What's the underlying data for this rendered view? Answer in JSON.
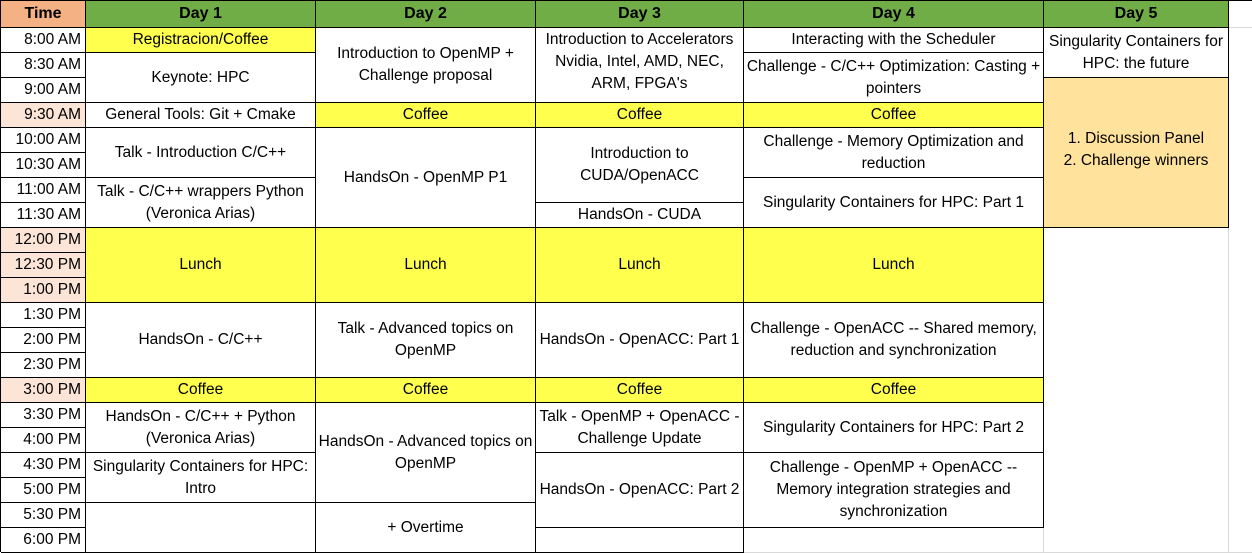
{
  "header": {
    "time": "Time",
    "days": [
      "Day 1",
      "Day 2",
      "Day 3",
      "Day 4",
      "Day 5"
    ]
  },
  "times": [
    "8:00 AM",
    "8:30 AM",
    "9:00 AM",
    "9:30 AM",
    "10:00 AM",
    "10:30 AM",
    "11:00 AM",
    "11:30 AM",
    "12:00 PM",
    "12:30 PM",
    "1:00 PM",
    "1:30 PM",
    "2:00 PM",
    "2:30 PM",
    "3:00 PM",
    "3:30 PM",
    "4:00 PM",
    "4:30 PM",
    "5:00 PM",
    "5:30 PM",
    "6:00 PM"
  ],
  "day1": {
    "registration": "Registracion/Coffee",
    "keynote": "Keynote: HPC",
    "tools": "General Tools: Git + Cmake",
    "talk_intro": "Talk - Introduction C/C++",
    "talk_wrappers": "Talk - C/C++ wrappers Python (Veronica Arias)",
    "lunch": "Lunch",
    "handson_cpp": "HandsOn - C/C++",
    "coffee_pm": "Coffee",
    "handson_python": "HandsOn - C/C++ + Python (Veronica Arias)",
    "singularity_intro": "Singularity Containers for HPC: Intro"
  },
  "day2": {
    "intro_openmp": "Introduction to OpenMP + Challenge proposal",
    "coffee_am": "Coffee",
    "handson_openmp": "HandsOn - OpenMP P1",
    "lunch": "Lunch",
    "talk_advanced": "Talk - Advanced topics on OpenMP",
    "coffee_pm": "Coffee",
    "handson_advanced": "HandsOn - Advanced topics on OpenMP",
    "overtime": "+ Overtime"
  },
  "day3": {
    "intro_accelerators": "Introduction to Accelerators Nvidia, Intel, AMD, NEC, ARM, FPGA's",
    "coffee_am": "Coffee",
    "intro_cuda": "Introduction to CUDA/OpenACC",
    "handson_cuda": "HandsOn - CUDA",
    "lunch": "Lunch",
    "handson_openacc1": "HandsOn - OpenACC: Part 1",
    "coffee_pm": "Coffee",
    "talk_update": "Talk - OpenMP + OpenACC - Challenge Update",
    "handson_openacc2": "HandsOn - OpenACC: Part 2"
  },
  "day4": {
    "scheduler": "Interacting with the Scheduler",
    "challenge_casting": "Challenge - C/C++ Optimization: Casting + pointers",
    "coffee_am": "Coffee",
    "challenge_memory": "Challenge - Memory Optimization and reduction",
    "singularity1": "Singularity Containers for HPC: Part 1",
    "lunch": "Lunch",
    "challenge_openacc": "Challenge - OpenACC -- Shared memory, reduction and synchronization",
    "coffee_pm": "Coffee",
    "singularity2": "Singularity Containers for HPC: Part 2",
    "challenge_integration": "Challenge - OpenMP + OpenACC -- Memory integration strategies and synchronization"
  },
  "day5": {
    "singularity_future": "Singularity Containers for HPC: the future",
    "closing": "1. Discussion Panel\n2. Challenge winners"
  },
  "colors": {
    "header_green": "#70ad47",
    "time_header": "#f4b183",
    "coffee_yellow": "#ffff4d",
    "day5_orange": "#ffe29c"
  }
}
